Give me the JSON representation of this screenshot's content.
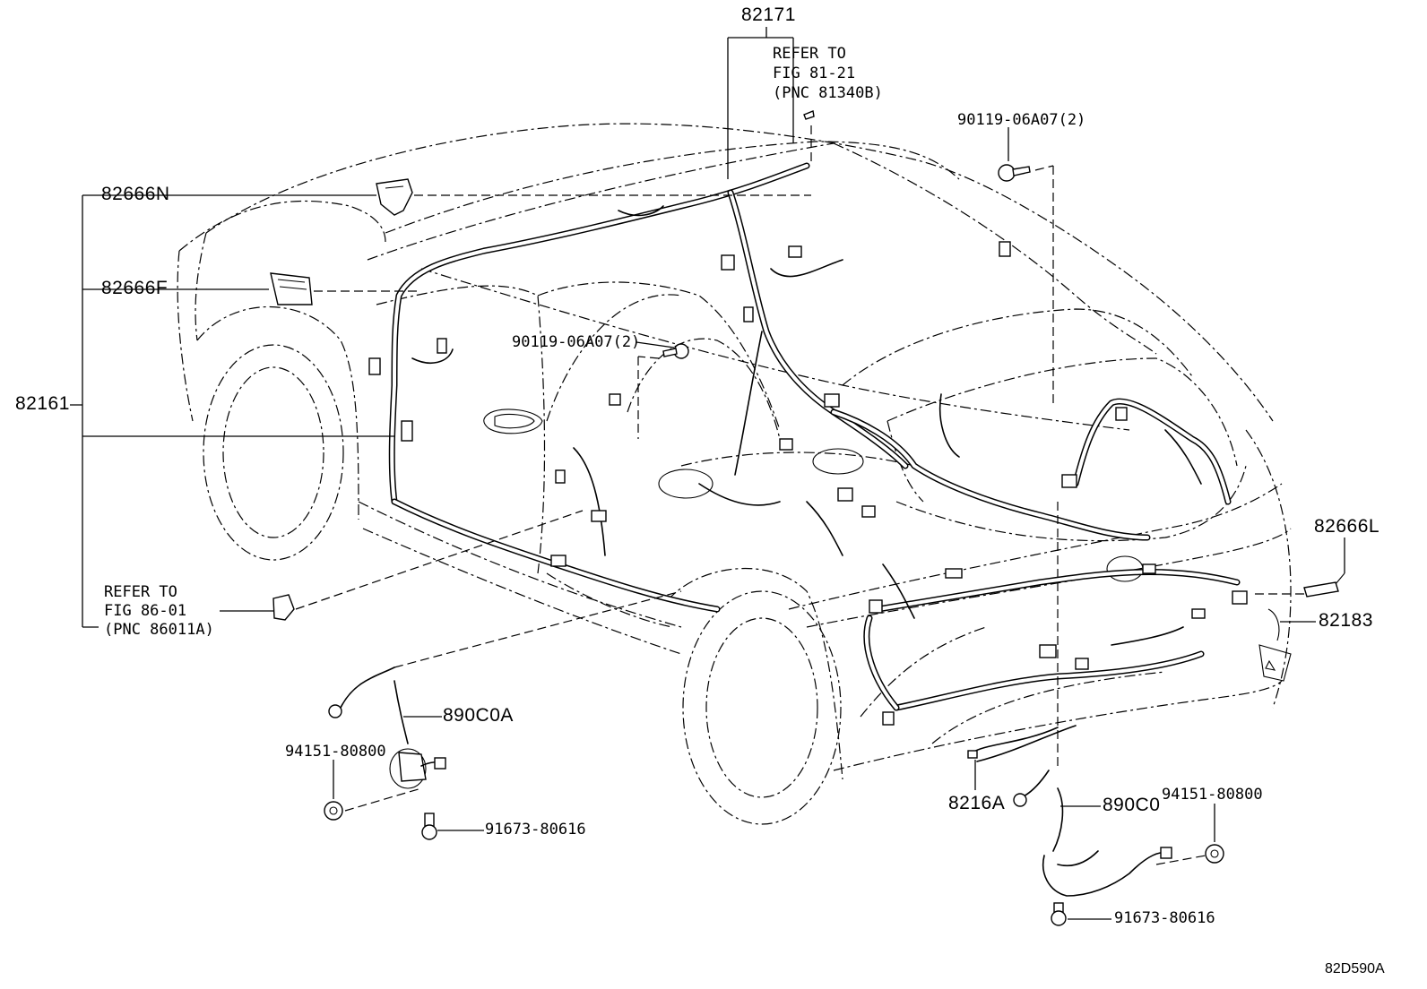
{
  "diagram": {
    "parts": {
      "p82171": "82171",
      "p82666N": "82666N",
      "p82666F": "82666F",
      "p82161": "82161",
      "p82666L": "82666L",
      "p82183": "82183",
      "p890C0A": "890C0A",
      "p890C0": "890C0",
      "p8216A": "8216A",
      "p90119_roof": "90119-06A07(2)",
      "p90119_mid": "90119-06A07(2)",
      "p94151_left": "94151-80800",
      "p94151_right": "94151-80800",
      "p91673_left": "91673-80616",
      "p91673_right": "91673-80616"
    },
    "refers": {
      "roof": {
        "line1": "REFER TO",
        "line2": "FIG 81-21",
        "line3": "(PNC 81340B)"
      },
      "left": {
        "line1": "REFER TO",
        "line2": "FIG 86-01",
        "line3": "(PNC 86011A)"
      }
    },
    "figure_id": "82D590A"
  }
}
